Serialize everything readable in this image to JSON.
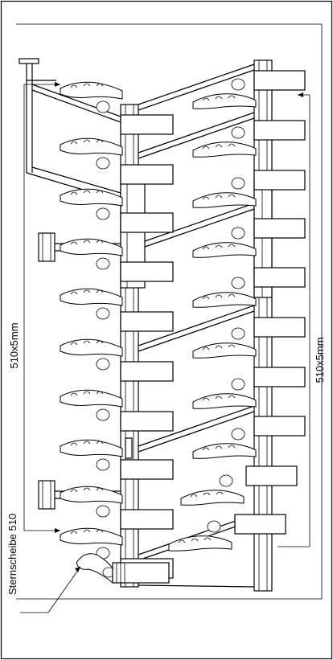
{
  "labels": {
    "left_dimension": "510x5mm",
    "right_dimension": "510x5mm",
    "bottom_label": "Sternscheibe 510"
  }
}
